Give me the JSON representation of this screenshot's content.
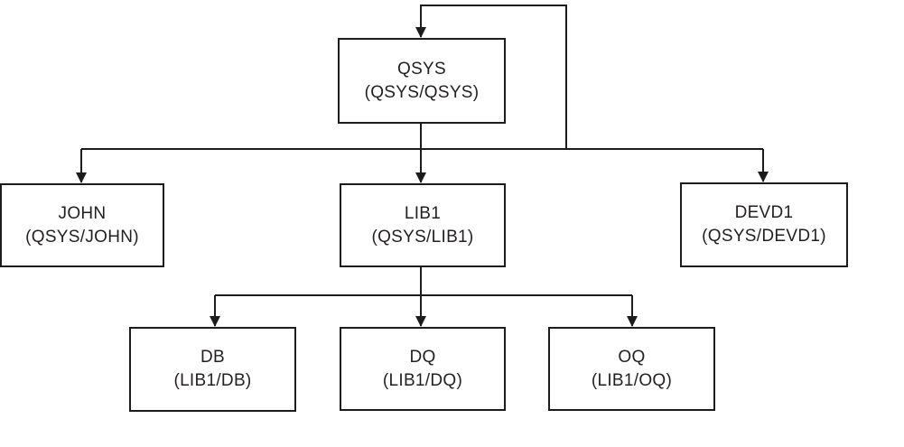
{
  "diagram": {
    "description": "Library object hierarchy diagram",
    "colors": {
      "line": "#1c1c1c",
      "text": "#231f20",
      "background": "#ffffff"
    },
    "nodes": {
      "qsys": {
        "name": "QSYS",
        "qualified_name": "(QSYS/QSYS)"
      },
      "john": {
        "name": "JOHN",
        "qualified_name": "(QSYS/JOHN)"
      },
      "lib1": {
        "name": "LIB1",
        "qualified_name": "(QSYS/LIB1)"
      },
      "devd1": {
        "name": "DEVD1",
        "qualified_name": "(QSYS/DEVD1)"
      },
      "db": {
        "name": "DB",
        "qualified_name": "(LIB1/DB)"
      },
      "dq": {
        "name": "DQ",
        "qualified_name": "(LIB1/DQ)"
      },
      "oq": {
        "name": "OQ",
        "qualified_name": "(LIB1/OQ)"
      }
    },
    "edges": [
      {
        "from": "qsys",
        "to": "qsys"
      },
      {
        "from": "qsys",
        "to": "john"
      },
      {
        "from": "qsys",
        "to": "lib1"
      },
      {
        "from": "qsys",
        "to": "devd1"
      },
      {
        "from": "lib1",
        "to": "db"
      },
      {
        "from": "lib1",
        "to": "dq"
      },
      {
        "from": "lib1",
        "to": "oq"
      }
    ]
  }
}
